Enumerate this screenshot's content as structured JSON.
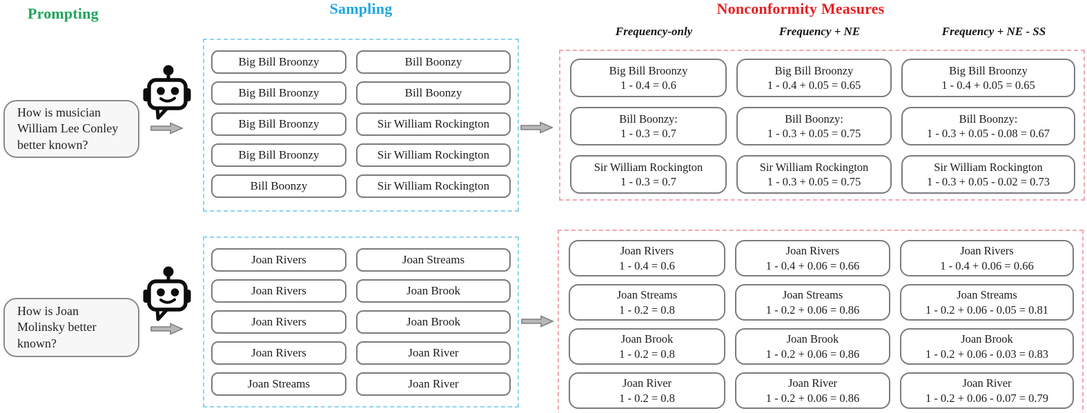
{
  "figure": {
    "sections": {
      "prompting": {
        "title": "Prompting",
        "color": "#1FA45B"
      },
      "sampling": {
        "title": "Sampling",
        "color": "#1FA8E1"
      },
      "nonconformity": {
        "title": "Nonconformity Measures",
        "color": "#E81F22"
      }
    },
    "measure_headers": [
      "Frequency-only",
      "Frequency + NE",
      "Frequency + NE - SS"
    ],
    "colors": {
      "sampling_dashed_border": "#8FD3F0",
      "nonconformity_dashed_border": "#F2A6AE",
      "box_border": "#7B7B7B",
      "bubble_fill": "#F7F7F7",
      "arrow_fill": "#B7B7B7"
    },
    "icons": {
      "robot": "robot-chat-icon",
      "arrow": "arrow-right-icon"
    },
    "rows": [
      {
        "prompt_lines": [
          "How is musician",
          "William Lee Conley",
          "better known?"
        ],
        "samples": [
          [
            "Big Bill Broonzy",
            "Big Bill Broonzy",
            "Big Bill Broonzy",
            "Big Bill Broonzy",
            "Bill Boonzy"
          ],
          [
            "Bill Boonzy",
            "Bill Boonzy",
            "Sir William Rockington",
            "Sir William Rockington",
            "Sir William Rockington"
          ]
        ],
        "measures": [
          [
            {
              "answer": "Big Bill Broonzy",
              "formula": "1 - 0.4 = 0.6"
            },
            {
              "answer": "Bill Boonzy:",
              "formula": "1 - 0.3 = 0.7"
            },
            {
              "answer": "Sir William Rockington",
              "formula": "1 - 0.3 = 0.7"
            }
          ],
          [
            {
              "answer": "Big Bill Broonzy",
              "formula": "1 - 0.4 + 0.05 = 0.65"
            },
            {
              "answer": "Bill Boonzy:",
              "formula": "1 - 0.3 + 0.05 = 0.75"
            },
            {
              "answer": "Sir William Rockington",
              "formula": "1 - 0.3 + 0.05 = 0.75"
            }
          ],
          [
            {
              "answer": "Big Bill Broonzy",
              "formula": "1 - 0.4 + 0.05 = 0.65"
            },
            {
              "answer": "Bill Boonzy:",
              "formula": "1 - 0.3 + 0.05 - 0.08 = 0.67"
            },
            {
              "answer": "Sir William Rockington",
              "formula": "1 - 0.3 + 0.05 - 0.02 = 0.73"
            }
          ]
        ]
      },
      {
        "prompt_lines": [
          "How is Joan",
          "Molinsky better",
          "known?"
        ],
        "samples": [
          [
            "Joan Rivers",
            "Joan Rivers",
            "Joan Rivers",
            "Joan Rivers",
            "Joan Streams"
          ],
          [
            "Joan Streams",
            "Joan Brook",
            "Joan Brook",
            "Joan River",
            "Joan River"
          ]
        ],
        "measures": [
          [
            {
              "answer": "Joan Rivers",
              "formula": "1 - 0.4 = 0.6"
            },
            {
              "answer": "Joan Streams",
              "formula": "1 - 0.2 = 0.8"
            },
            {
              "answer": "Joan Brook",
              "formula": "1 - 0.2 = 0.8"
            },
            {
              "answer": "Joan River",
              "formula": "1 - 0.2 = 0.8"
            }
          ],
          [
            {
              "answer": "Joan Rivers",
              "formula": "1 - 0.4 + 0.06 = 0.66"
            },
            {
              "answer": "Joan Streams",
              "formula": "1 - 0.2 + 0.06 = 0.86"
            },
            {
              "answer": "Joan Brook",
              "formula": "1 - 0.2 + 0.06 = 0.86"
            },
            {
              "answer": "Joan River",
              "formula": "1 - 0.2 + 0.06 = 0.86"
            }
          ],
          [
            {
              "answer": "Joan Rivers",
              "formula": "1 - 0.4 + 0.06 = 0.66"
            },
            {
              "answer": "Joan Streams",
              "formula": "1 - 0.2 + 0.06 - 0.05 = 0.81"
            },
            {
              "answer": "Joan Brook",
              "formula": "1 - 0.2 + 0.06 - 0.03 = 0.83"
            },
            {
              "answer": "Joan River",
              "formula": "1 - 0.2 + 0.06 - 0.07 = 0.79"
            }
          ]
        ]
      }
    ]
  }
}
